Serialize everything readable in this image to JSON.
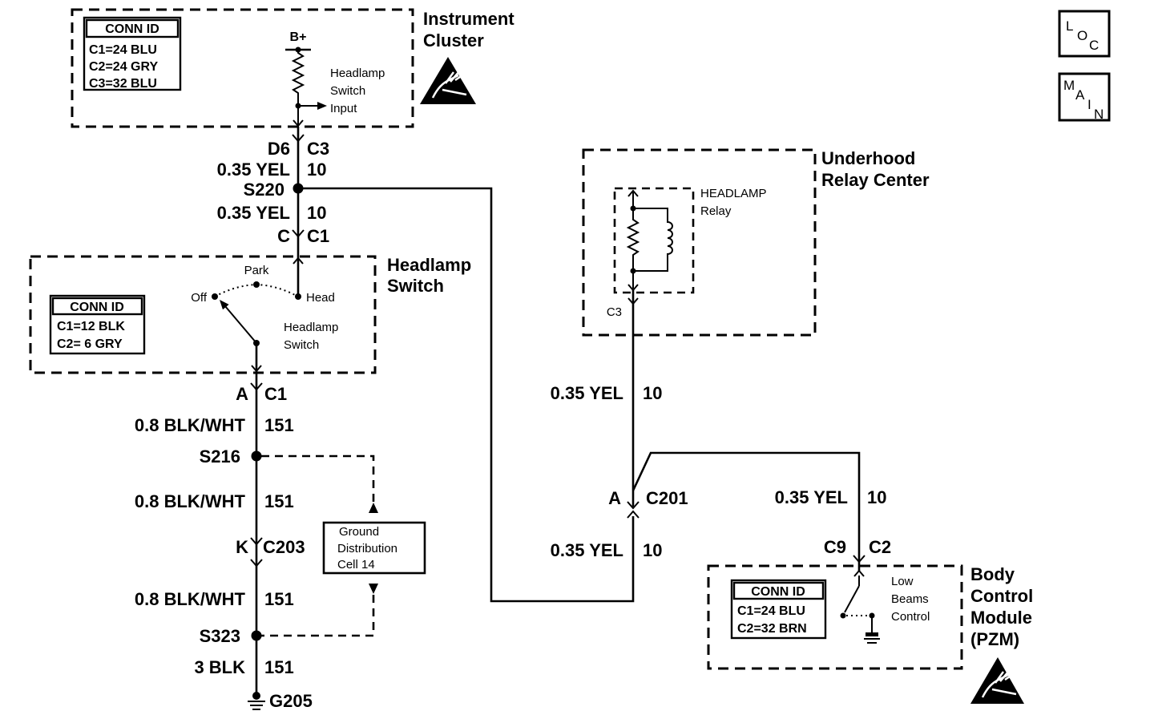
{
  "colors": {
    "ink": "#000000",
    "paper": "#ffffff"
  },
  "nav": {
    "loc_letters": [
      "L",
      "O",
      "C"
    ],
    "main_letters": [
      "M",
      "A",
      "I",
      "N"
    ]
  },
  "instrument_cluster": {
    "title": [
      "Instrument",
      "Cluster"
    ],
    "conn_id": {
      "header": "CONN ID",
      "lines": [
        "C1=24 BLU",
        "C2=24 GRY",
        "C3=32 BLU"
      ]
    },
    "supply": "B+",
    "input_label": [
      "Headlamp",
      "Switch",
      "Input"
    ],
    "connector": {
      "pin": "D6",
      "id": "C3"
    }
  },
  "circuit_10_upper": {
    "wire": "0.35 YEL",
    "circuit": "10"
  },
  "splice_s220": "S220",
  "circuit_10_switch": {
    "wire": "0.35 YEL",
    "circuit": "10"
  },
  "headlamp_switch": {
    "connector_top": {
      "pin": "C",
      "id": "C1"
    },
    "title": [
      "Headlamp",
      "Switch"
    ],
    "conn_id": {
      "header": "CONN ID",
      "lines": [
        "C1=12 BLK",
        "C2= 6 GRY"
      ]
    },
    "positions": {
      "park": "Park",
      "off": "Off",
      "head": "Head"
    },
    "switch_label": [
      "Headlamp",
      "Switch"
    ],
    "connector_bottom": {
      "pin": "A",
      "id": "C1"
    }
  },
  "ground_circuit": {
    "wire_1": {
      "wire": "0.8 BLK/WHT",
      "circuit": "151"
    },
    "splice_s216": "S216",
    "wire_2": {
      "wire": "0.8 BLK/WHT",
      "circuit": "151"
    },
    "connector_c203": {
      "pin": "K",
      "id": "C203"
    },
    "wire_3": {
      "wire": "0.8 BLK/WHT",
      "circuit": "151"
    },
    "splice_s323": "S323",
    "wire_4": {
      "wire": "3 BLK",
      "circuit": "151"
    },
    "ground": "G205",
    "distribution_ref": [
      "Ground",
      "Distribution",
      "Cell 14"
    ]
  },
  "underhood_relay_center": {
    "title": [
      "Underhood",
      "Relay Center"
    ],
    "relay_label": [
      "HEADLAMP",
      "Relay"
    ],
    "connector": "C3",
    "wire": {
      "wire": "0.35 YEL",
      "circuit": "10"
    }
  },
  "connector_c201": {
    "pin": "A",
    "id": "C201"
  },
  "circuit_10_lower": {
    "wire": "0.35 YEL",
    "circuit": "10"
  },
  "body_control_module": {
    "wire": {
      "wire": "0.35 YEL",
      "circuit": "10"
    },
    "connector": {
      "pin": "C9",
      "id": "C2"
    },
    "title": [
      "Body",
      "Control",
      "Module",
      "(PZM)"
    ],
    "conn_id": {
      "header": "CONN ID",
      "lines": [
        "C1=24 BLU",
        "C2=32 BRN"
      ]
    },
    "control_label": [
      "Low",
      "Beams",
      "Control"
    ]
  }
}
